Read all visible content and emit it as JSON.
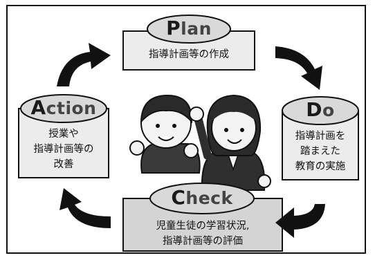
{
  "cycle": {
    "plan": {
      "title_first": "P",
      "title_rest": "lan",
      "lines": [
        "指導計画等の作成"
      ]
    },
    "do": {
      "title_first": "D",
      "title_rest": "o",
      "lines": [
        "指導計画を",
        "踏まえた",
        "教育の実施"
      ]
    },
    "check": {
      "title_first": "C",
      "title_rest": "heck",
      "lines": [
        "児童生徒の学習状況,",
        "指導計画等の評価"
      ]
    },
    "action": {
      "title_first": "A",
      "title_rest": "ction",
      "lines": [
        "授業や",
        "指導計画等の",
        "改善"
      ]
    }
  },
  "illustration": {
    "icon": "students-cheering-illustration"
  },
  "colors": {
    "box_fill": "#ececec",
    "pill_fill": "#d9d9d9",
    "arrow": "#111111",
    "border": "#111111"
  }
}
